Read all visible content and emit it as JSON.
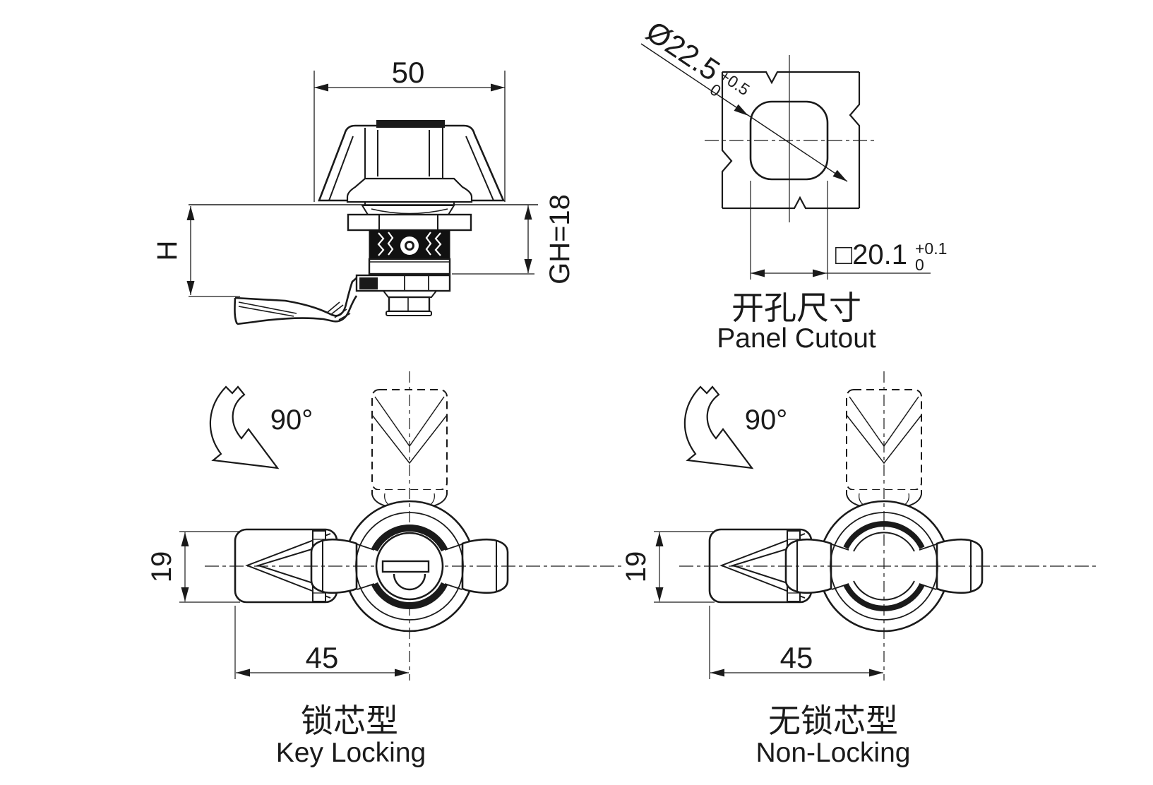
{
  "side_view": {
    "width_dim": "50",
    "height_dim": "H",
    "grip_dim": "GH=18"
  },
  "panel_cutout": {
    "diameter_dim": "Ø22.5",
    "diameter_tol_upper": "+0.5",
    "diameter_tol_lower": "0",
    "square_dim": "□20.1",
    "square_tol_upper": "+0.1",
    "square_tol_lower": "0",
    "title_zh": "开孔尺寸",
    "title_en": "Panel Cutout"
  },
  "key_locking_view": {
    "rotation_angle": "90°",
    "height_dim": "19",
    "width_dim": "45",
    "title_zh": "锁芯型",
    "title_en": "Key Locking"
  },
  "non_locking_view": {
    "rotation_angle": "90°",
    "height_dim": "19",
    "width_dim": "45",
    "title_zh": "无锁芯型",
    "title_en": "Non-Locking"
  }
}
